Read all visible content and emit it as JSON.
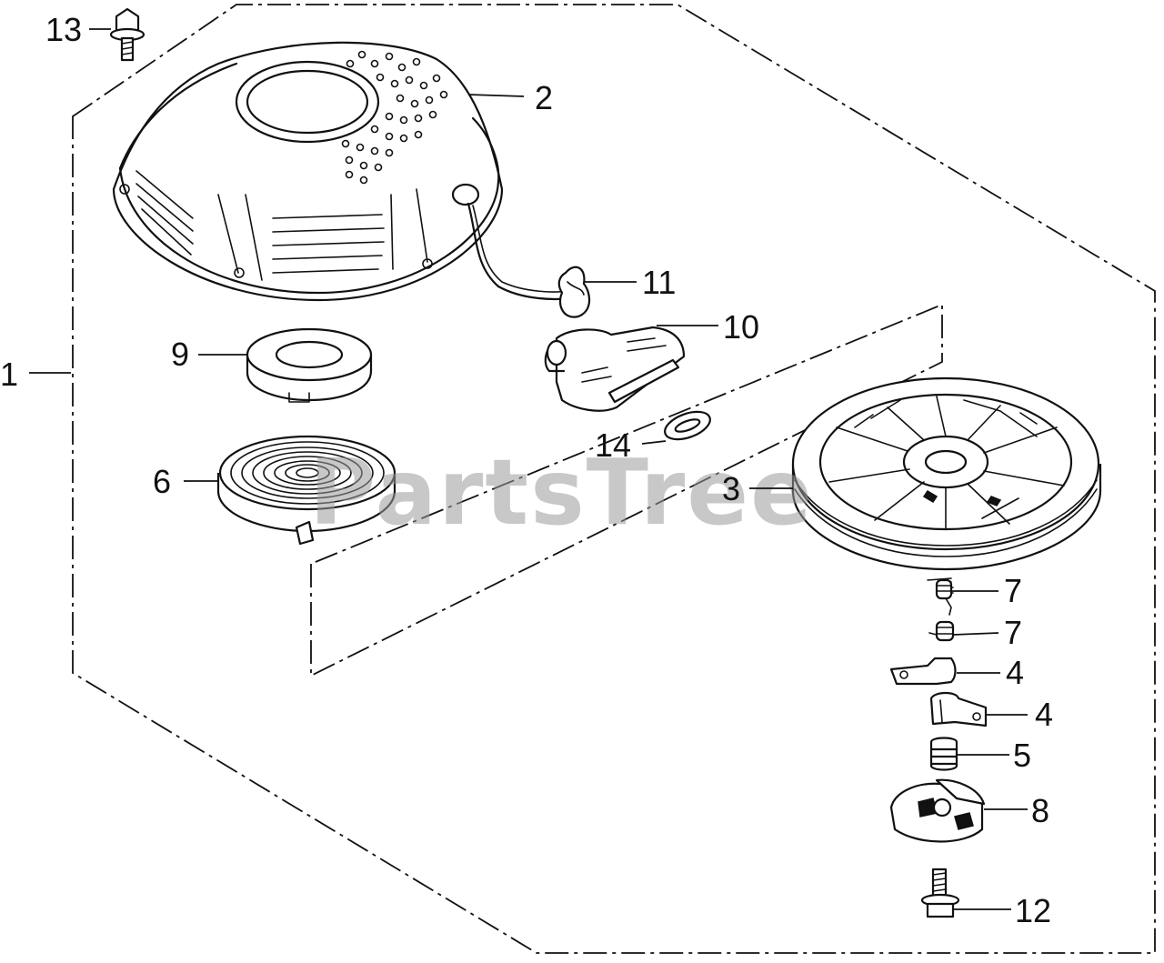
{
  "watermark": "PartsTree",
  "callouts": [
    {
      "id": "1",
      "label": "1"
    },
    {
      "id": "2",
      "label": "2"
    },
    {
      "id": "3",
      "label": "3"
    },
    {
      "id": "4a",
      "label": "4"
    },
    {
      "id": "4b",
      "label": "4"
    },
    {
      "id": "5",
      "label": "5"
    },
    {
      "id": "6",
      "label": "6"
    },
    {
      "id": "7a",
      "label": "7"
    },
    {
      "id": "7b",
      "label": "7"
    },
    {
      "id": "8",
      "label": "8"
    },
    {
      "id": "9",
      "label": "9"
    },
    {
      "id": "10",
      "label": "10"
    },
    {
      "id": "11",
      "label": "11"
    },
    {
      "id": "12",
      "label": "12"
    },
    {
      "id": "13",
      "label": "13"
    },
    {
      "id": "14",
      "label": "14"
    }
  ]
}
